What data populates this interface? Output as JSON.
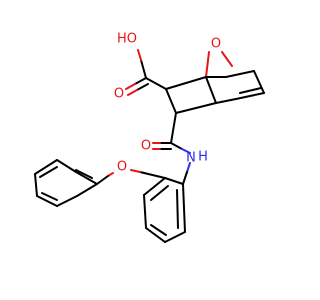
{
  "molecule": {
    "atom_labels": {
      "ho": "HO",
      "o_carbonyl_acid": "O",
      "o_bridge": "O",
      "o_carbonyl_amide": "O",
      "nh": "H",
      "n": "N",
      "o_ether": "O"
    },
    "colors": {
      "carbon": "#000000",
      "oxygen": "#e8141c",
      "nitrogen": "#2c2cf0",
      "background": "#ffffff"
    }
  }
}
